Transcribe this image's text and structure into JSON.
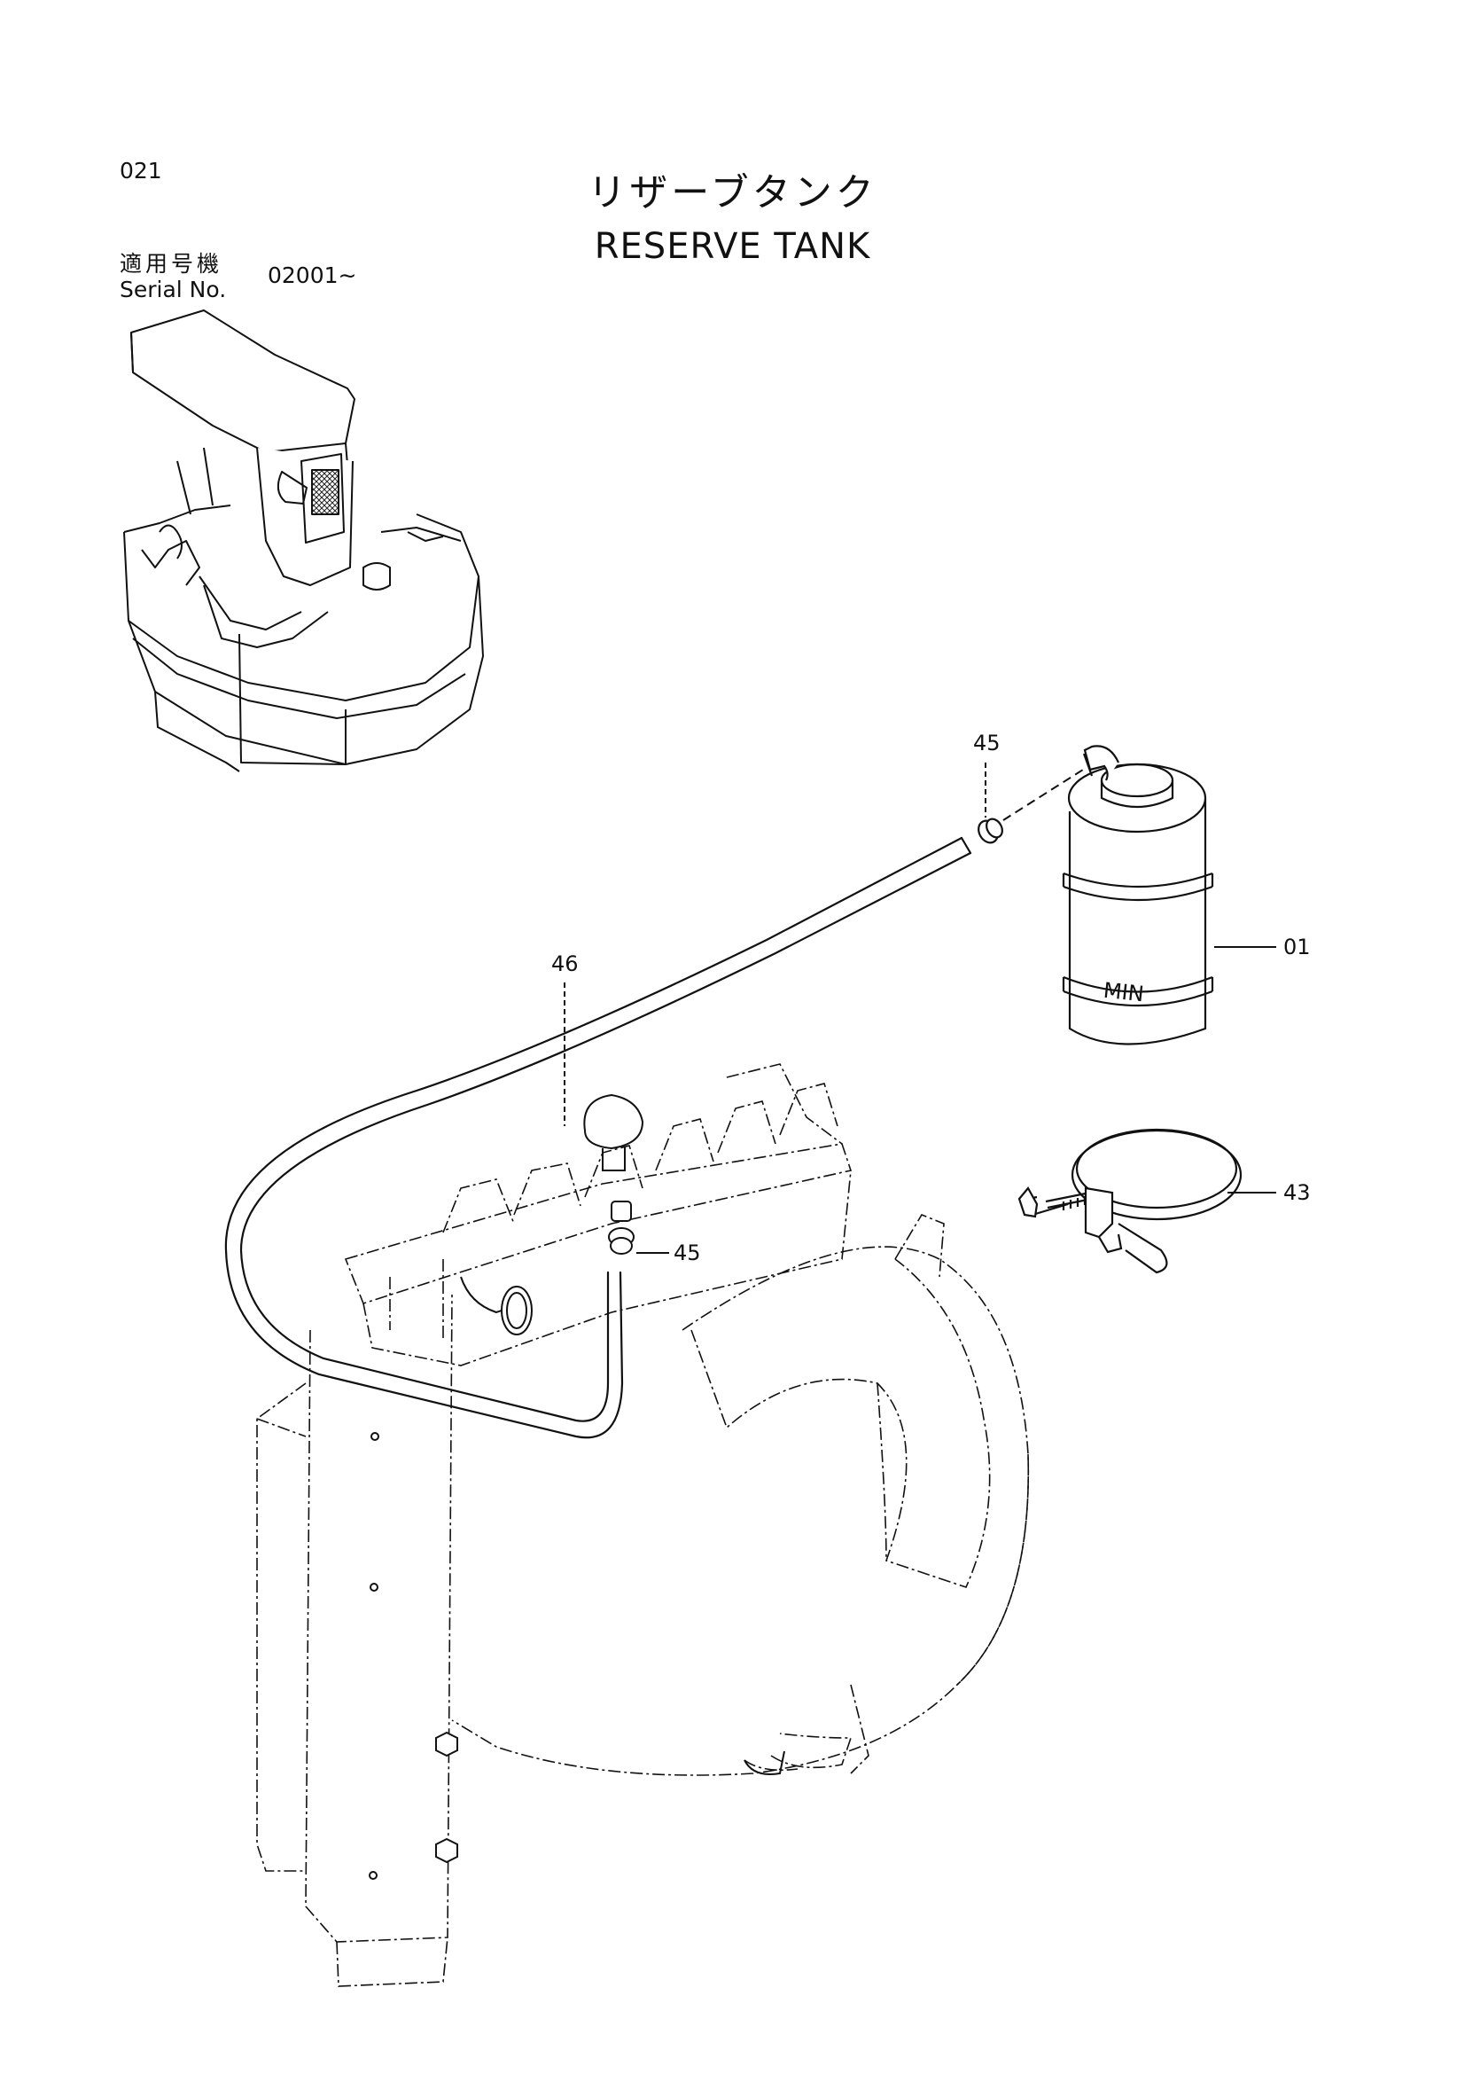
{
  "header": {
    "page_number": "021",
    "title_ja": "リザーブタンク",
    "title_en": "RESERVE TANK",
    "serial_label_ja": "適用号機",
    "serial_label_en": "Serial No.",
    "serial_value": "02001∼"
  },
  "callouts": [
    {
      "id": "45",
      "label": "45"
    },
    {
      "id": "01",
      "label": "01"
    },
    {
      "id": "46",
      "label": "46"
    },
    {
      "id": "43",
      "label": "43"
    },
    {
      "id": "45b",
      "label": "45"
    }
  ],
  "tank": {
    "marking": "MIN"
  }
}
